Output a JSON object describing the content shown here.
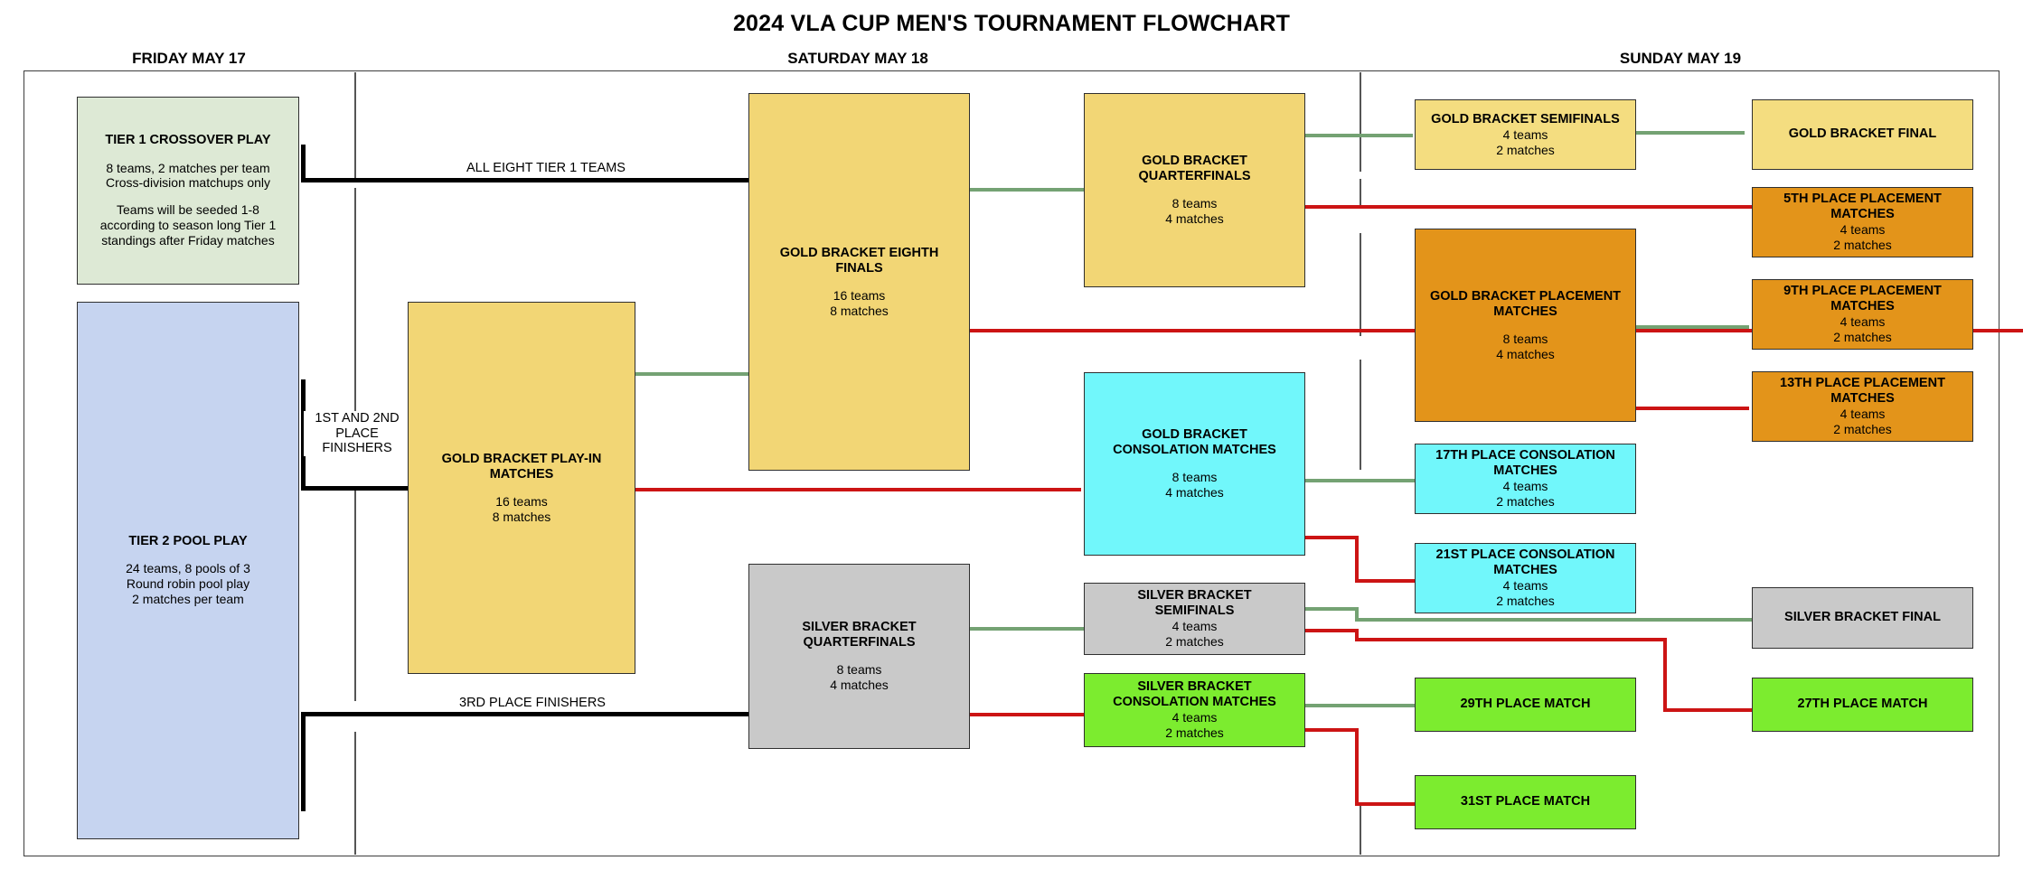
{
  "title": "2024 VLA CUP MEN'S TOURNAMENT FLOWCHART",
  "days": [
    {
      "label": "FRIDAY MAY 17"
    },
    {
      "label": "SATURDAY MAY 18"
    },
    {
      "label": "SUNDAY MAY 19"
    }
  ],
  "connector_labels": {
    "all_tier1": "ALL EIGHT TIER 1 TEAMS",
    "first_second": "1ST AND 2ND\nPLACE\nFINISHERS",
    "first_second_l1": "1ST AND 2ND",
    "first_second_l2": "PLACE",
    "first_second_l3": "FINISHERS",
    "third_place": "3RD PLACE FINISHERS"
  },
  "colors": {
    "tier1": "#dde9d5",
    "tier2": "#c6d4f0",
    "gold": "#f2d675",
    "gold_light": "#f4dd80",
    "orange": "#e3941a",
    "cyan": "#71f7fb",
    "gray": "#c9c9c9",
    "lime": "#7cec2f",
    "line_winner": "#74a273",
    "line_loser": "#cc1414",
    "line_feed": "#000000"
  },
  "boxes": {
    "tier1_crossover": {
      "title": "TIER 1 CROSSOVER PLAY",
      "line1": "8 teams, 2 matches per team",
      "line2": "Cross-division matchups only",
      "line3": "Teams will be seeded 1-8",
      "line4": "according to season long Tier 1",
      "line5": "standings after Friday matches"
    },
    "tier2_pool": {
      "title": "TIER 2 POOL PLAY",
      "line1": "24 teams, 8 pools of 3",
      "line2": "Round robin pool play",
      "line3": "2 matches per team"
    },
    "gold_playin": {
      "title1": "GOLD BRACKET PLAY-IN",
      "title2": "MATCHES",
      "teams": "16 teams",
      "matches": "8 matches"
    },
    "gold_eighth": {
      "title1": "GOLD BRACKET EIGHTH",
      "title2": "FINALS",
      "teams": "16 teams",
      "matches": "8 matches"
    },
    "gold_quarter": {
      "title1": "GOLD BRACKET",
      "title2": "QUARTERFINALS",
      "teams": "8 teams",
      "matches": "4 matches"
    },
    "gold_consolation": {
      "title1": "GOLD BRACKET",
      "title2": "CONSOLATION MATCHES",
      "teams": "8 teams",
      "matches": "4 matches"
    },
    "gold_semis": {
      "title": "GOLD BRACKET SEMIFINALS",
      "teams": "4 teams",
      "matches": "2 matches"
    },
    "gold_final": {
      "title": "GOLD BRACKET FINAL"
    },
    "place_5th": {
      "title1": "5TH PLACE PLACEMENT",
      "title2": "MATCHES",
      "teams": "4 teams",
      "matches": "2 matches"
    },
    "gold_placement": {
      "title1": "GOLD BRACKET PLACEMENT",
      "title2": "MATCHES",
      "teams": "8 teams",
      "matches": "4 matches"
    },
    "place_9th": {
      "title1": "9TH PLACE PLACEMENT",
      "title2": "MATCHES",
      "teams": "4 teams",
      "matches": "2 matches"
    },
    "place_13th": {
      "title1": "13TH PLACE PLACEMENT",
      "title2": "MATCHES",
      "teams": "4 teams",
      "matches": "2 matches"
    },
    "place_17th": {
      "title1": "17TH PLACE CONSOLATION",
      "title2": "MATCHES",
      "teams": "4 teams",
      "matches": "2 matches"
    },
    "place_21st": {
      "title1": "21ST PLACE CONSOLATION",
      "title2": "MATCHES",
      "teams": "4 teams",
      "matches": "2 matches"
    },
    "silver_quarter": {
      "title1": "SILVER BRACKET",
      "title2": "QUARTERFINALS",
      "teams": "8 teams",
      "matches": "4 matches"
    },
    "silver_semis": {
      "title1": "SILVER BRACKET",
      "title2": "SEMIFINALS",
      "teams": "4 teams",
      "matches": "2 matches"
    },
    "silver_consolation": {
      "title1": "SILVER BRACKET",
      "title2": "CONSOLATION MATCHES",
      "teams": "4 teams",
      "matches": "2 matches"
    },
    "silver_final": {
      "title": "SILVER BRACKET FINAL"
    },
    "place_29th": {
      "title": "29TH PLACE MATCH"
    },
    "place_31st": {
      "title": "31ST PLACE MATCH"
    },
    "place_27th": {
      "title": "27TH PLACE MATCH"
    }
  }
}
